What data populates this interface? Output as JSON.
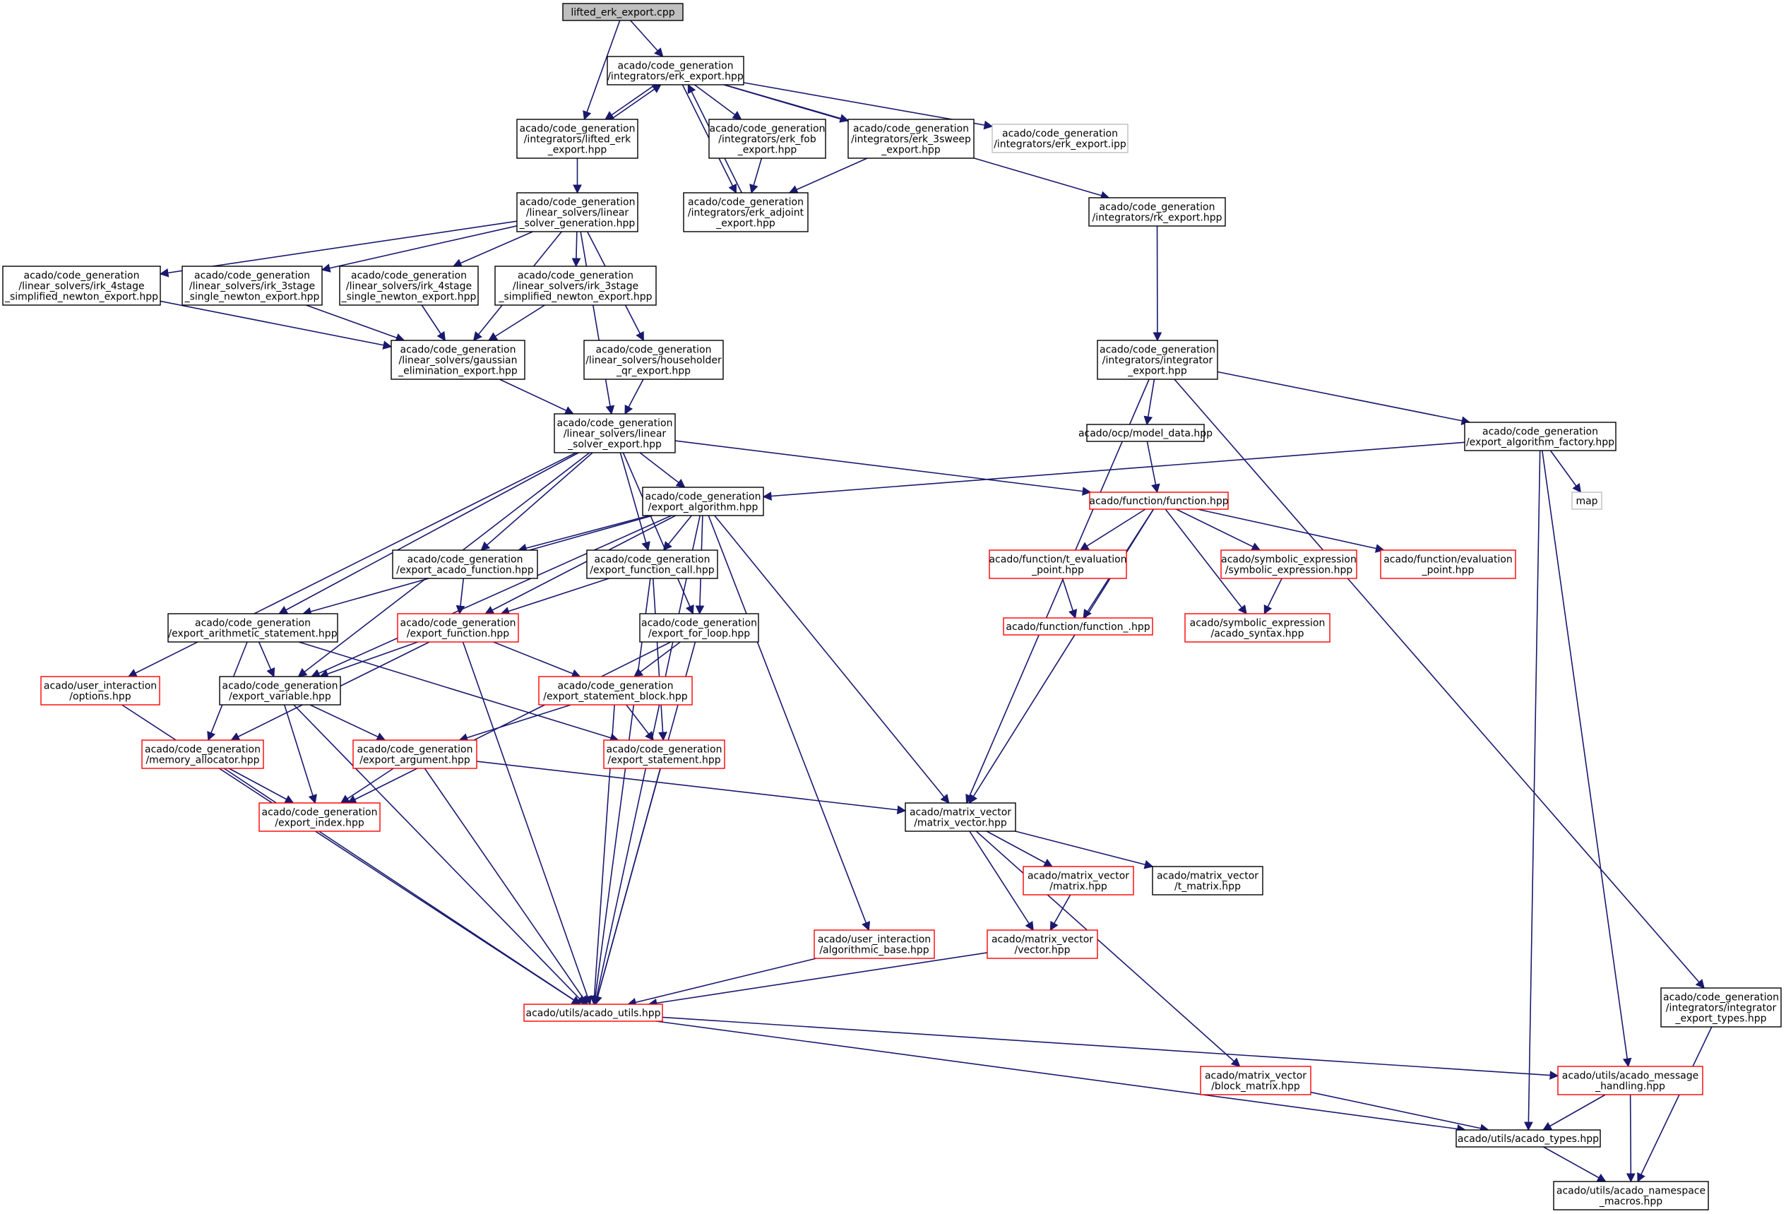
{
  "diagram": {
    "colors": {
      "edge": "#191970",
      "node_border": "#000000",
      "incomplete_border": "#ff0000",
      "external_border": "#bfbfbf",
      "root_fill": "#bfbfbf",
      "background": "#ffffff"
    },
    "nodes": [
      {
        "id": "root",
        "style": "root",
        "lines": [
          "lifted_erk_export.cpp"
        ]
      },
      {
        "id": "erk_export",
        "style": "normal",
        "lines": [
          "acado/code_generation",
          "/integrators/erk_export.hpp"
        ]
      },
      {
        "id": "lifted_erk",
        "style": "normal",
        "lines": [
          "acado/code_generation",
          "/integrators/lifted_erk",
          "_export.hpp"
        ]
      },
      {
        "id": "erk_fob",
        "style": "normal",
        "lines": [
          "acado/code_generation",
          "/integrators/erk_fob",
          "_export.hpp"
        ]
      },
      {
        "id": "erk_3sweep",
        "style": "normal",
        "lines": [
          "acado/code_generation",
          "/integrators/erk_3sweep",
          "_export.hpp"
        ]
      },
      {
        "id": "erk_ipp",
        "style": "grey",
        "lines": [
          "acado/code_generation",
          "/integrators/erk_export.ipp"
        ]
      },
      {
        "id": "erk_adjoint",
        "style": "normal",
        "lines": [
          "acado/code_generation",
          "/integrators/erk_adjoint",
          "_export.hpp"
        ]
      },
      {
        "id": "rk_export",
        "style": "normal",
        "lines": [
          "acado/code_generation",
          "/integrators/rk_export.hpp"
        ]
      },
      {
        "id": "lin_gen",
        "style": "normal",
        "lines": [
          "acado/code_generation",
          "/linear_solvers/linear",
          "_solver_generation.hpp"
        ]
      },
      {
        "id": "irk4_simpl",
        "style": "normal",
        "lines": [
          "acado/code_generation",
          "/linear_solvers/irk_4stage",
          "_simplified_newton_export.hpp"
        ]
      },
      {
        "id": "irk3_single",
        "style": "normal",
        "lines": [
          "acado/code_generation",
          "/linear_solvers/irk_3stage",
          "_single_newton_export.hpp"
        ]
      },
      {
        "id": "irk4_single",
        "style": "normal",
        "lines": [
          "acado/code_generation",
          "/linear_solvers/irk_4stage",
          "_single_newton_export.hpp"
        ]
      },
      {
        "id": "irk3_simpl",
        "style": "normal",
        "lines": [
          "acado/code_generation",
          "/linear_solvers/irk_3stage",
          "_simplified_newton_export.hpp"
        ]
      },
      {
        "id": "gauss",
        "style": "normal",
        "lines": [
          "acado/code_generation",
          "/linear_solvers/gaussian",
          "_elimination_export.hpp"
        ]
      },
      {
        "id": "householder",
        "style": "normal",
        "lines": [
          "acado/code_generation",
          "/linear_solvers/householder",
          "_qr_export.hpp"
        ]
      },
      {
        "id": "integrator_export",
        "style": "normal",
        "lines": [
          "acado/code_generation",
          "/integrators/integrator",
          "_export.hpp"
        ]
      },
      {
        "id": "lin_solver",
        "style": "normal",
        "lines": [
          "acado/code_generation",
          "/linear_solvers/linear",
          "_solver_export.hpp"
        ]
      },
      {
        "id": "model_data",
        "style": "normal",
        "lines": [
          "acado/ocp/model_data.hpp"
        ]
      },
      {
        "id": "alg_factory",
        "style": "normal",
        "lines": [
          "acado/code_generation",
          "/export_algorithm_factory.hpp"
        ]
      },
      {
        "id": "map",
        "style": "grey",
        "lines": [
          "map"
        ]
      },
      {
        "id": "export_algorithm",
        "style": "normal",
        "lines": [
          "acado/code_generation",
          "/export_algorithm.hpp"
        ]
      },
      {
        "id": "function",
        "style": "red",
        "lines": [
          "acado/function/function.hpp"
        ]
      },
      {
        "id": "export_acado_function",
        "style": "normal",
        "lines": [
          "acado/code_generation",
          "/export_acado_function.hpp"
        ]
      },
      {
        "id": "export_function_call",
        "style": "normal",
        "lines": [
          "acado/code_generation",
          "/export_function_call.hpp"
        ]
      },
      {
        "id": "t_eval",
        "style": "red",
        "lines": [
          "acado/function/t_evaluation",
          "_point.hpp"
        ]
      },
      {
        "id": "sym_expr",
        "style": "red",
        "lines": [
          "acado/symbolic_expression",
          "/symbolic_expression.hpp"
        ]
      },
      {
        "id": "eval_point",
        "style": "red",
        "lines": [
          "acado/function/evaluation",
          "_point.hpp"
        ]
      },
      {
        "id": "arith",
        "style": "normal",
        "lines": [
          "acado/code_generation",
          "/export_arithmetic_statement.hpp"
        ]
      },
      {
        "id": "export_function",
        "style": "red",
        "lines": [
          "acado/code_generation",
          "/export_function.hpp"
        ]
      },
      {
        "id": "for_loop",
        "style": "normal",
        "lines": [
          "acado/code_generation",
          "/export_for_loop.hpp"
        ]
      },
      {
        "id": "function_",
        "style": "red",
        "lines": [
          "acado/function/function_.hpp"
        ]
      },
      {
        "id": "acado_syntax",
        "style": "red",
        "lines": [
          "acado/symbolic_expression",
          "/acado_syntax.hpp"
        ]
      },
      {
        "id": "options",
        "style": "red",
        "lines": [
          "acado/user_interaction",
          "/options.hpp"
        ]
      },
      {
        "id": "export_variable",
        "style": "normal",
        "lines": [
          "acado/code_generation",
          "/export_variable.hpp"
        ]
      },
      {
        "id": "stmt_block",
        "style": "red",
        "lines": [
          "acado/code_generation",
          "/export_statement_block.hpp"
        ]
      },
      {
        "id": "mem_alloc",
        "style": "red",
        "lines": [
          "acado/code_generation",
          "/memory_allocator.hpp"
        ]
      },
      {
        "id": "export_argument",
        "style": "red",
        "lines": [
          "acado/code_generation",
          "/export_argument.hpp"
        ]
      },
      {
        "id": "export_statement",
        "style": "red",
        "lines": [
          "acado/code_generation",
          "/export_statement.hpp"
        ]
      },
      {
        "id": "export_index",
        "style": "red",
        "lines": [
          "acado/code_generation",
          "/export_index.hpp"
        ]
      },
      {
        "id": "matrix_vector",
        "style": "normal",
        "lines": [
          "acado/matrix_vector",
          "/matrix_vector.hpp"
        ]
      },
      {
        "id": "matrix",
        "style": "red",
        "lines": [
          "acado/matrix_vector",
          "/matrix.hpp"
        ]
      },
      {
        "id": "t_matrix",
        "style": "normal",
        "lines": [
          "acado/matrix_vector",
          "/t_matrix.hpp"
        ]
      },
      {
        "id": "algorithmic_base",
        "style": "red",
        "lines": [
          "acado/user_interaction",
          "/algorithmic_base.hpp"
        ]
      },
      {
        "id": "vector",
        "style": "red",
        "lines": [
          "acado/matrix_vector",
          "/vector.hpp"
        ]
      },
      {
        "id": "acado_utils",
        "style": "red",
        "lines": [
          "acado/utils/acado_utils.hpp"
        ]
      },
      {
        "id": "integrator_types",
        "style": "normal",
        "lines": [
          "acado/code_generation",
          "/integrators/integrator",
          "_export_types.hpp"
        ]
      },
      {
        "id": "block_matrix",
        "style": "red",
        "lines": [
          "acado/matrix_vector",
          "/block_matrix.hpp"
        ]
      },
      {
        "id": "message_handling",
        "style": "red",
        "lines": [
          "acado/utils/acado_message",
          "_handling.hpp"
        ]
      },
      {
        "id": "acado_types",
        "style": "normal",
        "lines": [
          "acado/utils/acado_types.hpp"
        ]
      },
      {
        "id": "namespace_macros",
        "style": "normal",
        "lines": [
          "acado/utils/acado_namespace",
          "_macros.hpp"
        ]
      }
    ],
    "edges": [
      [
        "root",
        "erk_export"
      ],
      [
        "root",
        "lifted_erk"
      ],
      [
        "erk_export",
        "lifted_erk"
      ],
      [
        "lifted_erk",
        "erk_export"
      ],
      [
        "erk_export",
        "erk_fob"
      ],
      [
        "erk_export",
        "erk_3sweep"
      ],
      [
        "erk_export",
        "erk_ipp"
      ],
      [
        "erk_export",
        "erk_adjoint"
      ],
      [
        "erk_adjoint",
        "erk_export"
      ],
      [
        "erk_export",
        "rk_export"
      ],
      [
        "erk_fob",
        "erk_adjoint"
      ],
      [
        "erk_3sweep",
        "erk_adjoint"
      ],
      [
        "lifted_erk",
        "lin_gen"
      ],
      [
        "lin_gen",
        "irk4_simpl"
      ],
      [
        "lin_gen",
        "irk3_single"
      ],
      [
        "lin_gen",
        "irk4_single"
      ],
      [
        "lin_gen",
        "irk3_simpl"
      ],
      [
        "lin_gen",
        "gauss"
      ],
      [
        "lin_gen",
        "householder"
      ],
      [
        "lin_gen",
        "lin_solver"
      ],
      [
        "irk4_simpl",
        "gauss"
      ],
      [
        "irk3_single",
        "gauss"
      ],
      [
        "irk4_single",
        "gauss"
      ],
      [
        "irk3_simpl",
        "gauss"
      ],
      [
        "gauss",
        "lin_solver"
      ],
      [
        "householder",
        "lin_solver"
      ],
      [
        "rk_export",
        "integrator_export"
      ],
      [
        "integrator_export",
        "model_data"
      ],
      [
        "integrator_export",
        "alg_factory"
      ],
      [
        "integrator_export",
        "matrix_vector"
      ],
      [
        "integrator_export",
        "integrator_types"
      ],
      [
        "model_data",
        "function"
      ],
      [
        "alg_factory",
        "export_algorithm"
      ],
      [
        "alg_factory",
        "map"
      ],
      [
        "alg_factory",
        "acado_types"
      ],
      [
        "alg_factory",
        "message_handling"
      ],
      [
        "lin_solver",
        "export_algorithm"
      ],
      [
        "lin_solver",
        "function"
      ],
      [
        "lin_solver",
        "export_acado_function"
      ],
      [
        "lin_solver",
        "export_function_call"
      ],
      [
        "lin_solver",
        "for_loop"
      ],
      [
        "lin_solver",
        "arith"
      ],
      [
        "lin_solver",
        "export_variable"
      ],
      [
        "lin_solver",
        "options"
      ],
      [
        "export_algorithm",
        "export_acado_function"
      ],
      [
        "export_algorithm",
        "export_function_call"
      ],
      [
        "export_algorithm",
        "export_function"
      ],
      [
        "export_algorithm",
        "for_loop"
      ],
      [
        "export_algorithm",
        "arith"
      ],
      [
        "export_algorithm",
        "export_variable"
      ],
      [
        "export_algorithm",
        "acado_utils"
      ],
      [
        "export_algorithm",
        "algorithmic_base"
      ],
      [
        "export_algorithm",
        "matrix_vector"
      ],
      [
        "function",
        "t_eval"
      ],
      [
        "function",
        "sym_expr"
      ],
      [
        "function",
        "eval_point"
      ],
      [
        "function",
        "function_"
      ],
      [
        "function",
        "acado_syntax"
      ],
      [
        "function",
        "matrix_vector"
      ],
      [
        "t_eval",
        "function_"
      ],
      [
        "sym_expr",
        "acado_syntax"
      ],
      [
        "export_acado_function",
        "export_function"
      ],
      [
        "export_function_call",
        "export_function"
      ],
      [
        "export_function_call",
        "export_statement"
      ],
      [
        "export_function_call",
        "acado_utils"
      ],
      [
        "arith",
        "export_variable"
      ],
      [
        "arith",
        "mem_alloc"
      ],
      [
        "arith",
        "export_statement"
      ],
      [
        "export_function",
        "export_variable"
      ],
      [
        "export_function",
        "stmt_block"
      ],
      [
        "export_function",
        "mem_alloc"
      ],
      [
        "export_function",
        "acado_utils"
      ],
      [
        "for_loop",
        "stmt_block"
      ],
      [
        "for_loop",
        "export_index"
      ],
      [
        "for_loop",
        "acado_utils"
      ],
      [
        "options",
        "acado_utils"
      ],
      [
        "export_variable",
        "export_argument"
      ],
      [
        "export_variable",
        "export_index"
      ],
      [
        "export_variable",
        "acado_utils"
      ],
      [
        "stmt_block",
        "export_argument"
      ],
      [
        "stmt_block",
        "export_statement"
      ],
      [
        "stmt_block",
        "acado_utils"
      ],
      [
        "mem_alloc",
        "export_index"
      ],
      [
        "mem_alloc",
        "acado_utils"
      ],
      [
        "export_argument",
        "export_index"
      ],
      [
        "export_argument",
        "matrix_vector"
      ],
      [
        "export_argument",
        "acado_utils"
      ],
      [
        "export_statement",
        "acado_utils"
      ],
      [
        "matrix_vector",
        "matrix"
      ],
      [
        "matrix_vector",
        "t_matrix"
      ],
      [
        "matrix_vector",
        "vector"
      ],
      [
        "matrix_vector",
        "block_matrix"
      ],
      [
        "matrix",
        "vector"
      ],
      [
        "vector",
        "acado_utils"
      ],
      [
        "algorithmic_base",
        "acado_utils"
      ],
      [
        "acado_utils",
        "message_handling"
      ],
      [
        "acado_utils",
        "acado_types"
      ],
      [
        "block_matrix",
        "acado_types"
      ],
      [
        "message_handling",
        "acado_types"
      ],
      [
        "message_handling",
        "namespace_macros"
      ],
      [
        "acado_types",
        "namespace_macros"
      ],
      [
        "integrator_types",
        "namespace_macros"
      ]
    ]
  }
}
